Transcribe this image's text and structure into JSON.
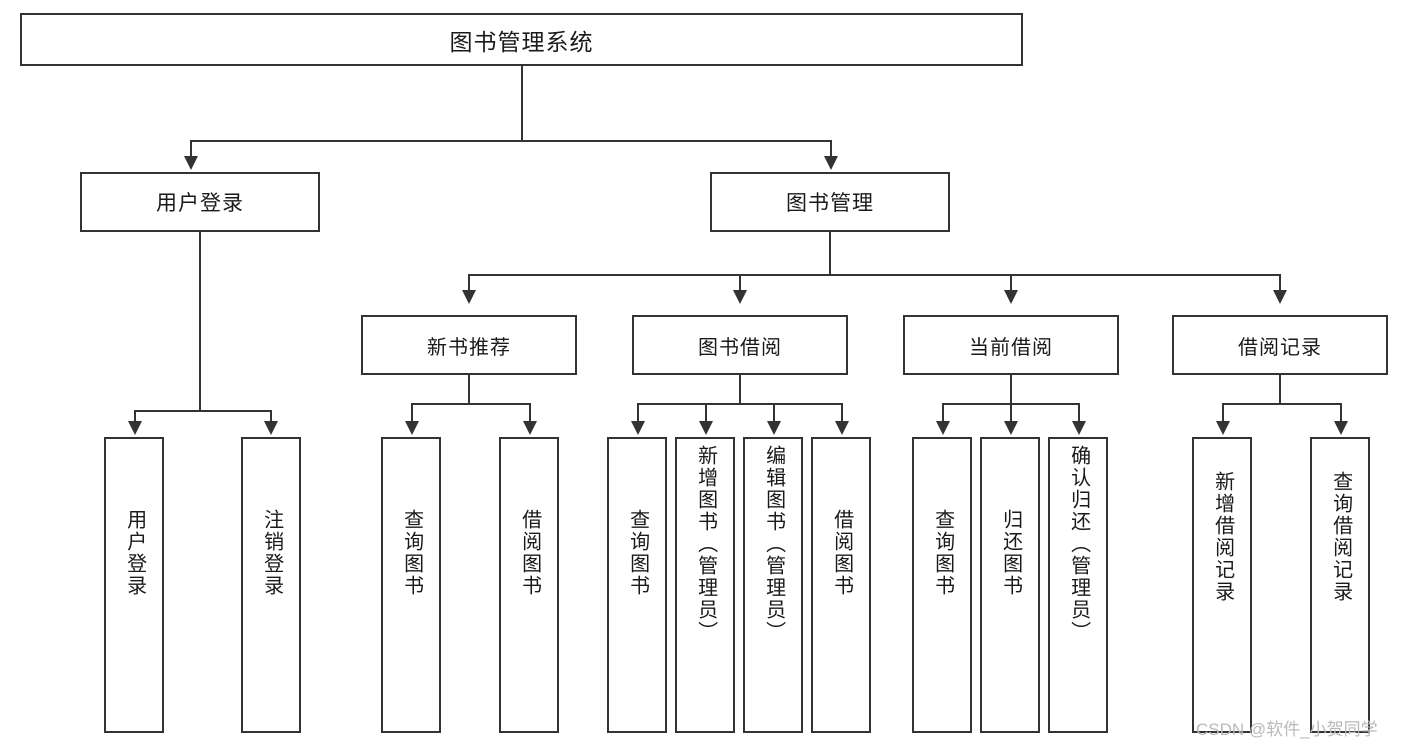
{
  "diagram": {
    "title": "图书管理系统",
    "root": {
      "label": "图书管理系统"
    },
    "level2": [
      {
        "label": "用户登录"
      },
      {
        "label": "图书管理"
      }
    ],
    "level3": [
      {
        "label": "新书推荐"
      },
      {
        "label": "图书借阅"
      },
      {
        "label": "当前借阅"
      },
      {
        "label": "借阅记录"
      }
    ],
    "leaves": {
      "user_login": [
        {
          "label": "用户登录"
        },
        {
          "label": "注销登录"
        }
      ],
      "new_book": [
        {
          "label": "查询图书"
        },
        {
          "label": "借阅图书"
        }
      ],
      "book_borrow": [
        {
          "label": "查询图书"
        },
        {
          "label": "新增图书（管理员）"
        },
        {
          "label": "编辑图书（管理员）"
        },
        {
          "label": "借阅图书"
        }
      ],
      "current_borrow": [
        {
          "label": "查询图书"
        },
        {
          "label": "归还图书"
        },
        {
          "label": "确认归还（管理员）"
        }
      ],
      "borrow_record": [
        {
          "label": "新增借阅记录"
        },
        {
          "label": "查询借阅记录"
        }
      ]
    }
  },
  "watermark": {
    "text": "CSDN @软件_小贺同学"
  },
  "colors": {
    "stroke": "#333333",
    "text": "#1a1a1a",
    "background": "#ffffff",
    "watermark": "#b9b9b9"
  }
}
